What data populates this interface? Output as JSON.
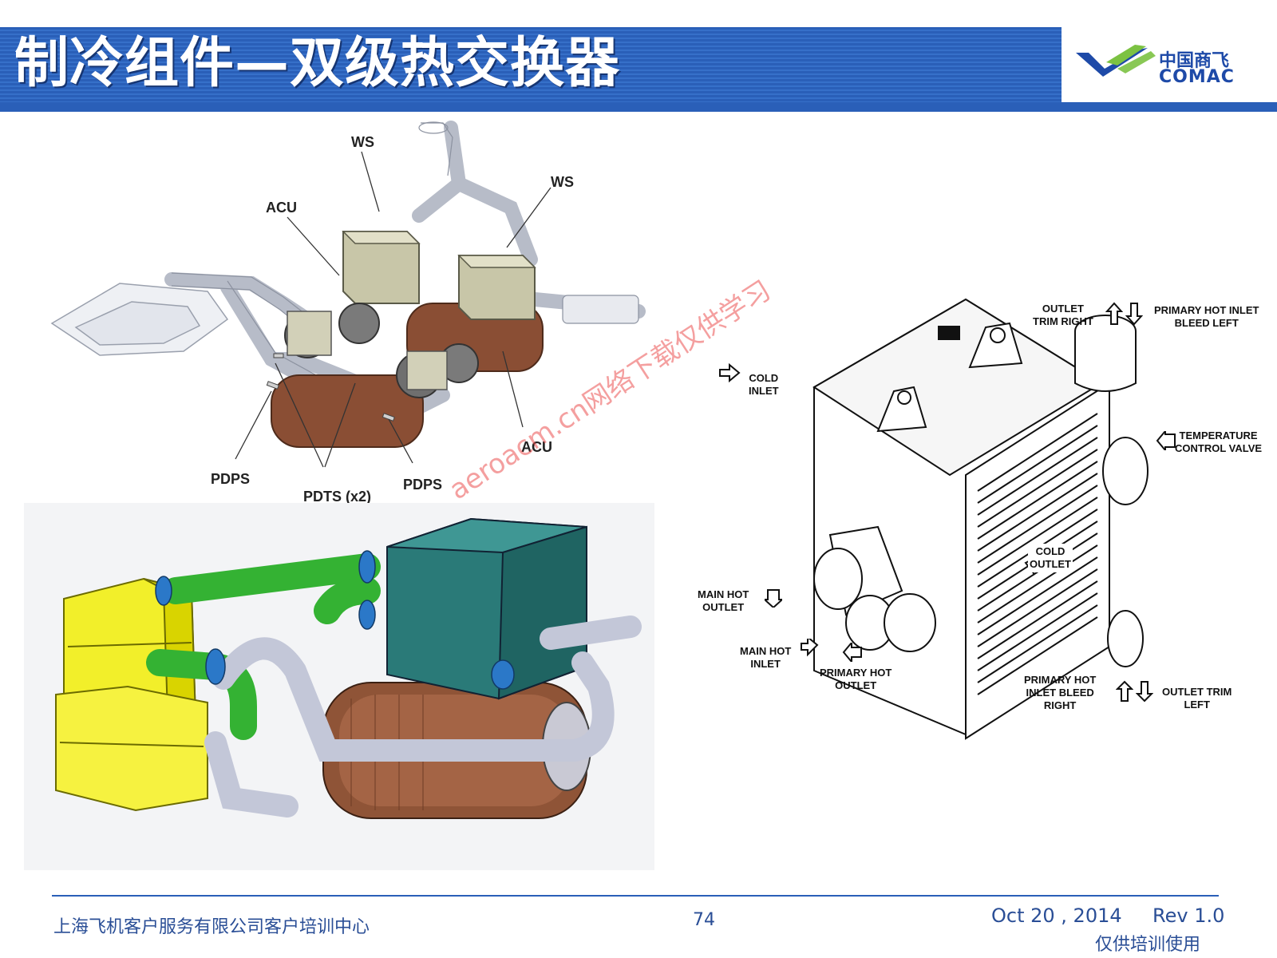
{
  "header": {
    "title": "制冷组件—双级热交换器",
    "logo_cn": "中国商飞",
    "logo_en": "COMAC"
  },
  "figure_top": {
    "callouts": {
      "ws_left": "WS",
      "ws_right": "WS",
      "acu_left": "ACU",
      "acu_right": "ACU",
      "pdps_left": "PDPS",
      "pdps_right": "PDPS",
      "pdts": "PDTS (x2)"
    }
  },
  "figure_right": {
    "labels": {
      "outlet_trim_right": "OUTLET\nTRIM RIGHT",
      "primary_hot_inlet_bleed_left": "PRIMARY HOT INLET\nBLEED LEFT",
      "cold_inlet": "COLD\nINLET",
      "temperature_control_valve": "TEMPERATURE\nCONTROL VALVE",
      "cold_outlet": "COLD\nOUTLET",
      "main_hot_outlet": "MAIN HOT\nOUTLET",
      "main_hot_inlet": "MAIN HOT\nINLET",
      "primary_hot_outlet": "PRIMARY HOT\nOUTLET",
      "primary_hot_inlet_bleed_right": "PRIMARY HOT\nINLET BLEED\nRIGHT",
      "outlet_trim_left": "OUTLET TRIM\nLEFT"
    }
  },
  "watermark": "aeroacm.cn网络下载仅供学习",
  "footer": {
    "company": "上海飞机客户服务有限公司客户培训中心",
    "page": "74",
    "date": "Oct 20 , 2014",
    "rev": "Rev 1.0",
    "note": "仅供培训使用"
  },
  "colors": {
    "header_blue": "#2a5fb8",
    "logo_green": "#7cc242",
    "footer_text": "#2a4e96"
  }
}
